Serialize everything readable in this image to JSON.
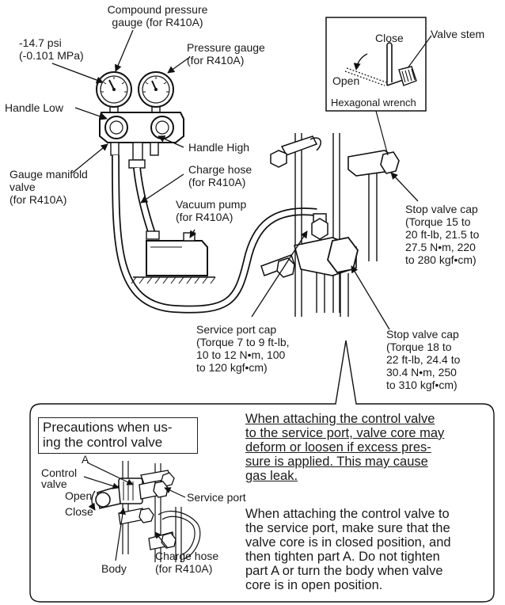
{
  "top_labels": {
    "compound_gauge": "Compound pressure\ngauge (for R410A)",
    "vacuum_reading": "-14.7 psi\n(-0.101 MPa)",
    "pressure_gauge": "Pressure gauge\n(for R410A)",
    "handle_low": "Handle Low",
    "handle_high": "Handle High",
    "gauge_manifold": "Gauge manifold\nvalve\n(for R410A)",
    "charge_hose": "Charge hose\n(for R410A)",
    "vacuum_pump": "Vacuum pump\n(for R410A)",
    "close": "Close",
    "valve_stem": "Valve stem",
    "open": "Open",
    "hex_wrench": "Hexagonal wrench",
    "stop_valve_cap_small": "Stop valve cap\n(Torque 15 to\n20 ft-lb, 21.5 to\n27.5 N•m, 220\nto 280 kgf•cm)",
    "service_port_cap": "Service port cap\n(Torque 7 to 9 ft-lb,\n10 to 12 N•m, 100\nto 120 kgf•cm)",
    "stop_valve_cap_large": "Stop valve cap\n(Torque 18 to\n22 ft-lb, 24.4 to\n30.4 N•m, 250\nto 310 kgf•cm)"
  },
  "precautions": {
    "title": "Precautions when us-\ning the control valve",
    "label_a": "A",
    "control_valve": "Control\nvalve",
    "open": "Open",
    "close": "Close",
    "service_port": "Service port",
    "body": "Body",
    "charge_hose": "Charge hose\n(for R410A)",
    "warning": "When attaching the control valve\nto the service port, valve core may\ndeform or loosen if excess pres-\nsure is applied. This may cause\ngas leak.",
    "instruction": "When attaching the control valve to\nthe service port, make sure that the\nvalve core is in closed position, and\nthen tighten part A. Do not tighten\npart A or turn the body when valve\ncore is in open position."
  }
}
